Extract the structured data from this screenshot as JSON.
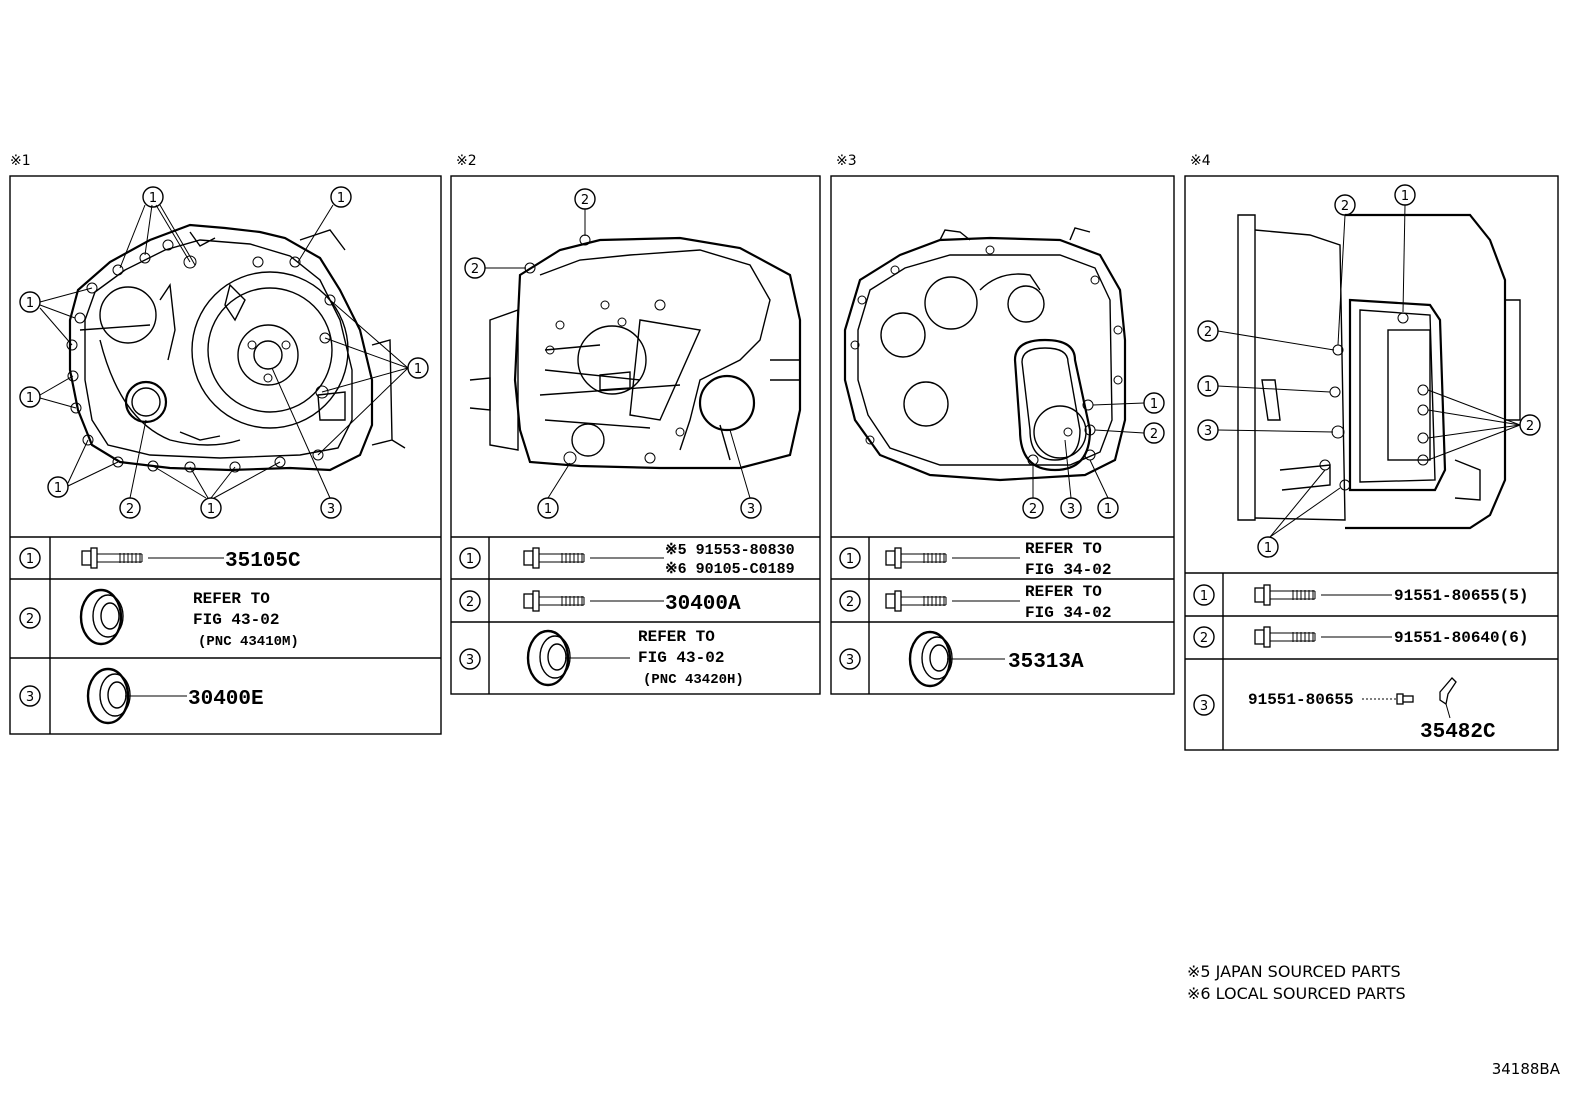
{
  "sections": [
    {
      "mark": "※1",
      "callouts": [
        "1",
        "2",
        "3"
      ],
      "rows": [
        {
          "num": "1",
          "part": "35105C"
        },
        {
          "num": "2",
          "ref1": "REFER TO",
          "ref2": "FIG 43-02",
          "pnc": "(PNC 43410M)"
        },
        {
          "num": "3",
          "part": "30400E"
        }
      ]
    },
    {
      "mark": "※2",
      "callouts": [
        "1",
        "2",
        "3"
      ],
      "rows": [
        {
          "num": "1",
          "line1": "※5 91553-80830",
          "line2": "※6 90105-C0189"
        },
        {
          "num": "2",
          "part": "30400A"
        },
        {
          "num": "3",
          "ref1": "REFER TO",
          "ref2": "FIG 43-02",
          "pnc": "(PNC 43420H)"
        }
      ]
    },
    {
      "mark": "※3",
      "callouts": [
        "1",
        "2",
        "3"
      ],
      "rows": [
        {
          "num": "1",
          "ref1": "REFER TO",
          "ref2": "FIG 34-02"
        },
        {
          "num": "2",
          "ref1": "REFER TO",
          "ref2": "FIG 34-02"
        },
        {
          "num": "3",
          "part": "35313A"
        }
      ]
    },
    {
      "mark": "※4",
      "callouts": [
        "1",
        "2",
        "3"
      ],
      "rows": [
        {
          "num": "1",
          "part": "91551-80655(5)"
        },
        {
          "num": "2",
          "part": "91551-80640(6)"
        },
        {
          "num": "3",
          "bolt": "91551-80655",
          "part": "35482C"
        }
      ]
    }
  ],
  "notes": [
    "※5 JAPAN SOURCED PARTS",
    "※6 LOCAL SOURCED PARTS"
  ],
  "figure_id": "34188BA"
}
